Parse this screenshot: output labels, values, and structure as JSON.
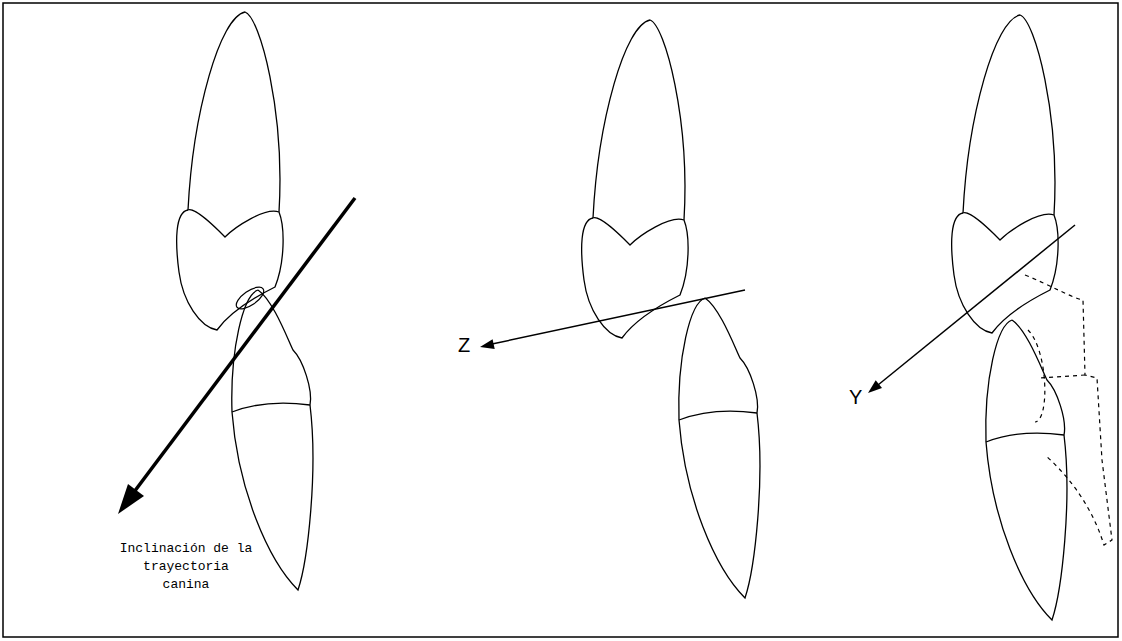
{
  "diagram": {
    "labels": [
      "Inclinación de la trayectoria canina",
      "Z",
      "Y"
    ]
  }
}
